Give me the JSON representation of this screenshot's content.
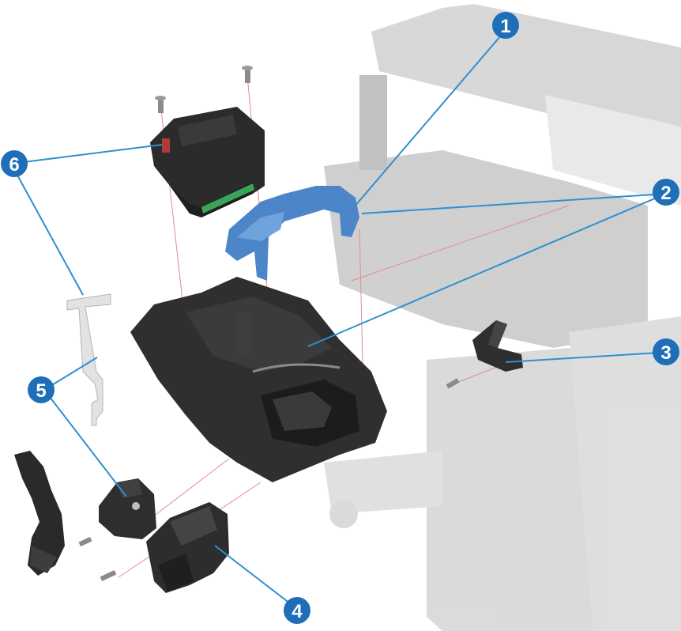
{
  "diagram": {
    "colors": {
      "callout_fill": "#1f6fb8",
      "leader_line": "#2f8fd0",
      "part_dark": "#2b2b2b",
      "part_mid": "#3f3f3f",
      "part_blue": "#4d86c8",
      "printer_ghost": "#c9c9c9",
      "assembly_line": "#e88a8a"
    },
    "callouts": [
      {
        "id": "1",
        "label": "1"
      },
      {
        "id": "2",
        "label": "2"
      },
      {
        "id": "3",
        "label": "3"
      },
      {
        "id": "4",
        "label": "4"
      },
      {
        "id": "5",
        "label": "5"
      },
      {
        "id": "6",
        "label": "6"
      }
    ]
  }
}
